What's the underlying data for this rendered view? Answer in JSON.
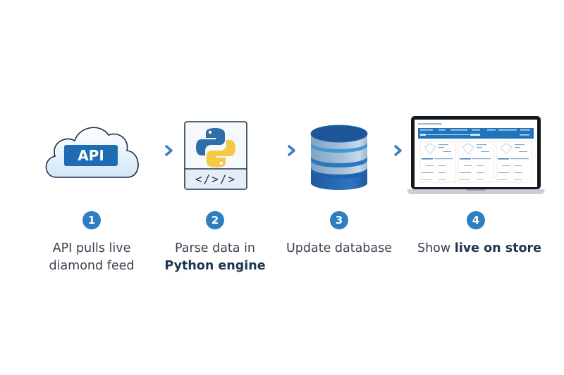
{
  "diagram": {
    "type": "process-flow",
    "colors": {
      "primary_blue": "#1e6db3",
      "badge_blue": "#2e7fc1",
      "arrow_blue": "#3a7fbf",
      "python_blue": "#2f6ea6",
      "python_yellow": "#f6c744",
      "text": "#3a4350",
      "bold_text": "#1f3550"
    },
    "steps": [
      {
        "number": "1",
        "icon": "cloud-api-icon",
        "icon_label": "API",
        "caption_line1": "API pulls live",
        "caption_line2": "diamond feed"
      },
      {
        "number": "2",
        "icon": "python-code-icon",
        "icon_label": "</>/>",
        "caption_line1": "Parse data in",
        "caption_line2_bold": "Python engine"
      },
      {
        "number": "3",
        "icon": "database-icon",
        "caption_line1": "Update database"
      },
      {
        "number": "4",
        "icon": "laptop-store-icon",
        "caption_plain": "Show ",
        "caption_bold": "live on store"
      }
    ],
    "arrows": [
      {
        "from": "1",
        "to": "2"
      },
      {
        "from": "2",
        "to": "3"
      },
      {
        "from": "3",
        "to": "4"
      }
    ]
  }
}
